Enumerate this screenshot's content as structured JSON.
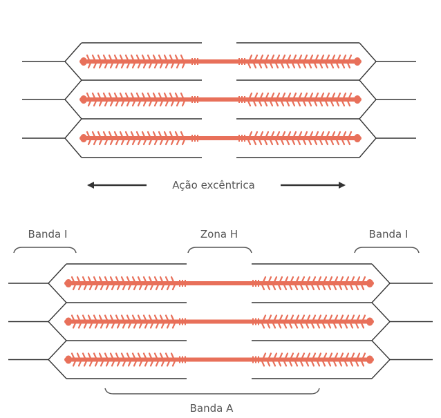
{
  "diagram": {
    "labels": {
      "action": "Ação excêntrica",
      "band_i_left": "Banda I",
      "zone_h": "Zona H",
      "band_i_right": "Banda I",
      "band_a": "Banda A"
    },
    "colors": {
      "myosin": "#E8705A",
      "line": "#333333",
      "bracket": "#555555",
      "text": "#555555"
    }
  }
}
